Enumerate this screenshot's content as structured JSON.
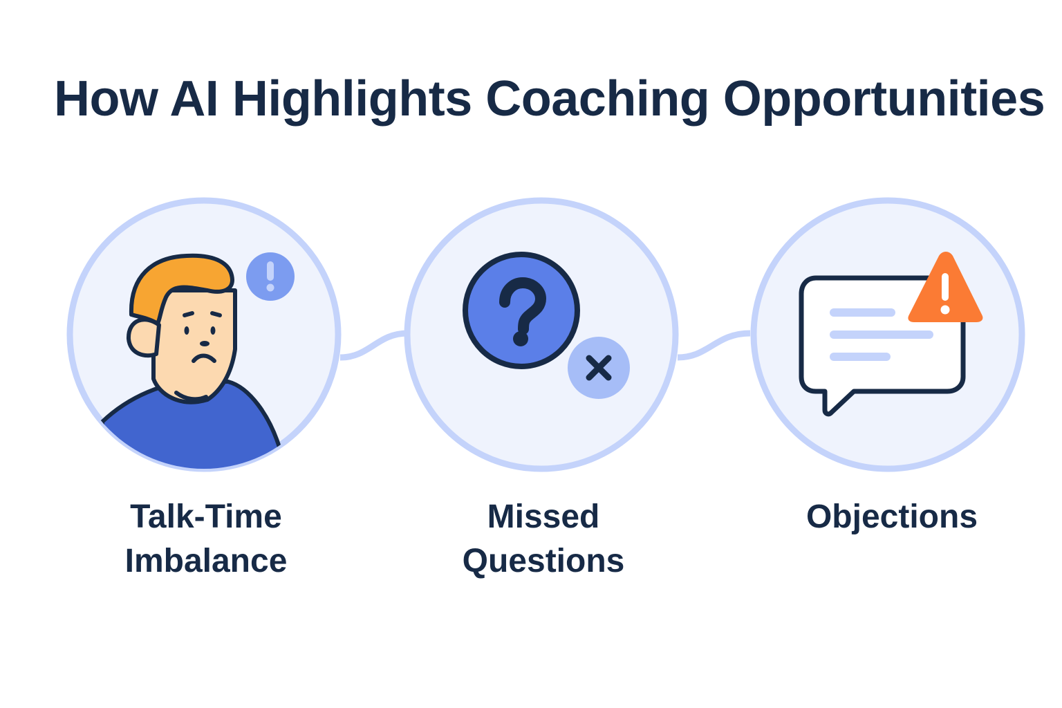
{
  "title": "How AI Highlights Coaching Opportunities",
  "colors": {
    "text": "#172a46",
    "ring": "#c4d3fb",
    "circle_fill": "#eff3fd",
    "accent_blue": "#5b7fe8",
    "shirt_blue": "#4165cf",
    "hair_orange": "#f7a532",
    "skin": "#fcd9b0",
    "warning_orange": "#fb7b34",
    "badge_blue": "#a6bdf7"
  },
  "steps": [
    {
      "label_line1": "Talk-Time",
      "label_line2": "Imbalance",
      "icon": "worried-person-icon",
      "badge": "exclamation-badge-icon"
    },
    {
      "label_line1": "Missed",
      "label_line2": "Questions",
      "icon": "question-mark-icon",
      "badge": "x-badge-icon"
    },
    {
      "label_line1": "Objections",
      "label_line2": "",
      "icon": "speech-bubble-icon",
      "badge": "warning-triangle-icon"
    }
  ]
}
